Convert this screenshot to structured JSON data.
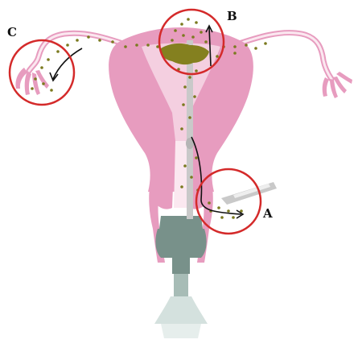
{
  "labels": {
    "a": "A",
    "b": "B",
    "c": "C"
  },
  "colors": {
    "uterus_pink": "#e79cbf",
    "uterus_pink_dark": "#d07aa3",
    "uterus_light": "#f4cfe0",
    "canal_light": "#fbe8f0",
    "catheter_grey": "#c9c9c9",
    "speculum_green": "#78918a",
    "speculum_light": "#d4e1de",
    "sperm_olive": "#7b7a1f",
    "fluid_olive": "#84801f",
    "circle_red": "#d42a2a",
    "arrow_black": "#111111"
  },
  "icons": {
    "speculum": "speculum-icon",
    "catheter": "catheter-icon",
    "sperm": "sperm-dot-icon"
  }
}
